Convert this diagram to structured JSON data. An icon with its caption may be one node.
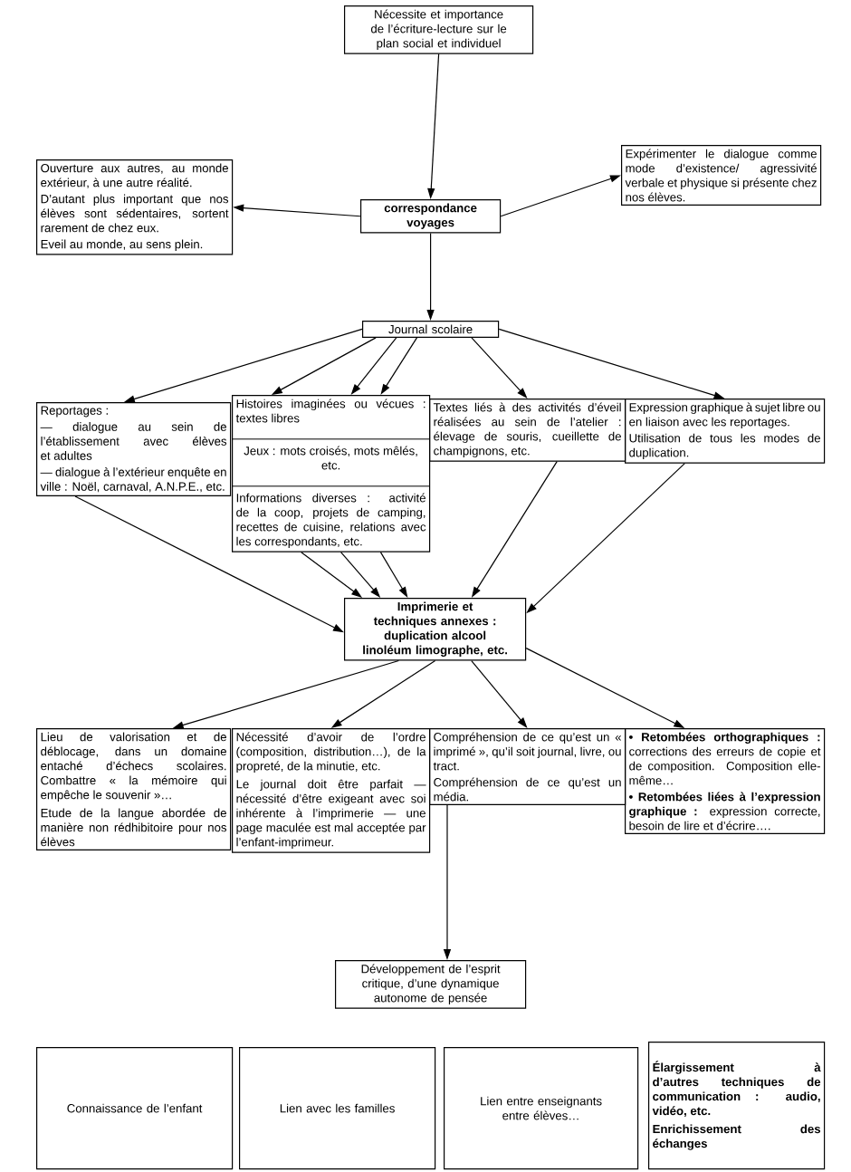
{
  "diagram": {
    "nodes": [
      {
        "text": [
          "Nécessite et importance de l’écriture-lecture sur le plan social et individuel"
        ]
      },
      {
        "text": [
          "Ouverture aux autres, au monde extérieur, à une autre réalité.",
          "D’autant plus important que nos élèves sont sédentaires, sortent rarement de chez eux.",
          "Eveil au monde, au sens plein."
        ]
      },
      {
        "text": [
          "correspondance voyages"
        ]
      },
      {
        "text": [
          "Expérimenter le dialogue comme mode d’existence/ agressivité verbale et physique si présente chez nos élèves."
        ]
      },
      {
        "text": [
          "Journal scolaire"
        ]
      },
      {
        "text": [
          "Reportages :",
          "— dialogue au sein de l’établissement avec élèves et adultes",
          "— dialogue à l’extérieur enquête en ville : Noël, carnaval, A.N.P.E., etc."
        ]
      },
      {
        "text": [
          "Histoires imaginées ou vécues : textes libres",
          "Jeux : mots croisés, mots mêlés, etc.",
          "Informations diverses : activité de la coop, projets de camping, recettes de cuisine, relations avec les correspondants, etc."
        ]
      },
      {
        "text": [
          "Textes liés à des activités d’éveil réalisées au sein de l’atelier : élevage de souris, cueillette de champignons, etc."
        ]
      },
      {
        "text": [
          "Expression graphique à sujet libre ou en liaison avec les reportages.",
          "Utilisation de tous les modes de duplication."
        ]
      },
      {
        "text": [
          "Imprimerie et techniques annexes :",
          "duplication alcool linoléum limographe, etc."
        ]
      },
      {
        "text": [
          "Lieu de valorisation et de déblocage, dans un domaine entaché d’échecs scolaires. Combattre « la mémoire qui empêche le souvenir »…",
          "Etude de la langue abordée de manière non rédhibitoire pour nos élèves"
        ]
      },
      {
        "text": [
          "Nécessité d’avoir de l’ordre (composition, distribution…), de la propreté, de la minutie, etc.",
          "Le journal doit être parfait — nécessité d’être exigeant avec soi inhérente à l’imprimerie — une page maculée est mal acceptée par l’enfant-imprimeur."
        ]
      },
      {
        "text": [
          "Compréhension de ce qu’est un « imprimé », qu’il soit journal, livre, ou tract.",
          "Compréhension de ce qu’est un média."
        ]
      },
      {
        "text": [
          "**• Retombées orthographiques :** corrections des erreurs de copie et de composition. Composition elle-même…",
          "**• Retombées liées à l’expression graphique :** expression correcte, besoin de lire et d’écrire…."
        ]
      },
      {
        "text": [
          "Développement de l’esprit critique, d’une dynamique autonome de pensée"
        ]
      },
      {
        "text": [
          "Connaissance de l’enfant"
        ]
      },
      {
        "text": [
          "Lien avec les familles"
        ]
      },
      {
        "text": [
          "Lien entre enseignants entre élèves…"
        ]
      },
      {
        "text": [
          "Élargissement à d’autres techniques de communication : audio, vidéo, etc.",
          "Enrichissement des échanges"
        ]
      }
    ],
    "edges": [
      {
        "from": 0,
        "to": 2,
        "arrow": "to"
      },
      {
        "from": 2,
        "to": 1,
        "arrow": "to"
      },
      {
        "from": 2,
        "to": 3,
        "arrow": "to"
      },
      {
        "from": 2,
        "to": 4,
        "arrow": "to"
      },
      {
        "from": 4,
        "to": 5,
        "arrow": "to"
      },
      {
        "from": 4,
        "to": 6,
        "arrow": "to"
      },
      {
        "from": 4,
        "to": 6,
        "arrow": "to"
      },
      {
        "from": 4,
        "to": 6,
        "arrow": "to"
      },
      {
        "from": 4,
        "to": 7,
        "arrow": "to"
      },
      {
        "from": 4,
        "to": 8,
        "arrow": "to"
      },
      {
        "from": 5,
        "to": 9,
        "arrow": "to"
      },
      {
        "from": 6,
        "to": 9,
        "arrow": "to"
      },
      {
        "from": 6,
        "to": 9,
        "arrow": "to"
      },
      {
        "from": 6,
        "to": 9,
        "arrow": "to"
      },
      {
        "from": 7,
        "to": 9,
        "arrow": "to"
      },
      {
        "from": 8,
        "to": 9,
        "arrow": "to"
      },
      {
        "from": 9,
        "to": 10,
        "arrow": "to"
      },
      {
        "from": 9,
        "to": 11,
        "arrow": "to"
      },
      {
        "from": 9,
        "to": 12,
        "arrow": "to"
      },
      {
        "from": 9,
        "to": 13,
        "arrow": "to"
      },
      {
        "from": 12,
        "to": 14,
        "arrow": "to"
      }
    ]
  }
}
